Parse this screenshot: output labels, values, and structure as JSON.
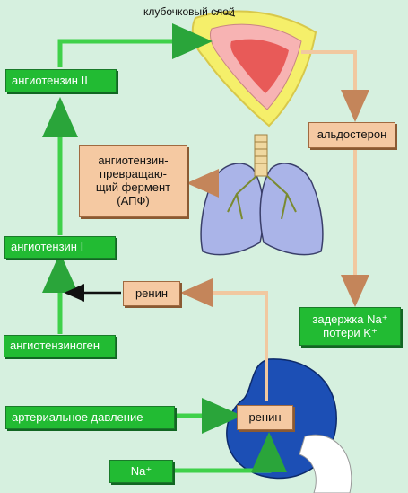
{
  "labels": {
    "glomerular_layer": "клубочковый слой",
    "angiotensin_ii": "ангиотензин II",
    "aldosterone": "альдостерон",
    "ace": "ангиотензин-\nпревращаю-\nщий фермент\n(АПФ)",
    "angiotensin_i": "ангиотензин I",
    "renin_top": "ренин",
    "sodium_retention": "задержка Na⁺\nпотери K⁺",
    "angiotensinogen": "ангиотензиноген",
    "blood_pressure": "артериальное давление",
    "renin_kidney": "ренин",
    "sodium": "Na⁺"
  },
  "colors": {
    "background": "#d6f0df",
    "green_box": "#22bb33",
    "peach_box": "#f5c9a2",
    "green_arrow": "#3fd14a",
    "peach_arrow": "#f1c8a0",
    "kidney": "#1c4fb5",
    "lung": "#aab4e8",
    "adrenal_outer": "#f5ef6a",
    "adrenal_middle": "#f7b3b3",
    "adrenal_inner": "#e85a58"
  }
}
